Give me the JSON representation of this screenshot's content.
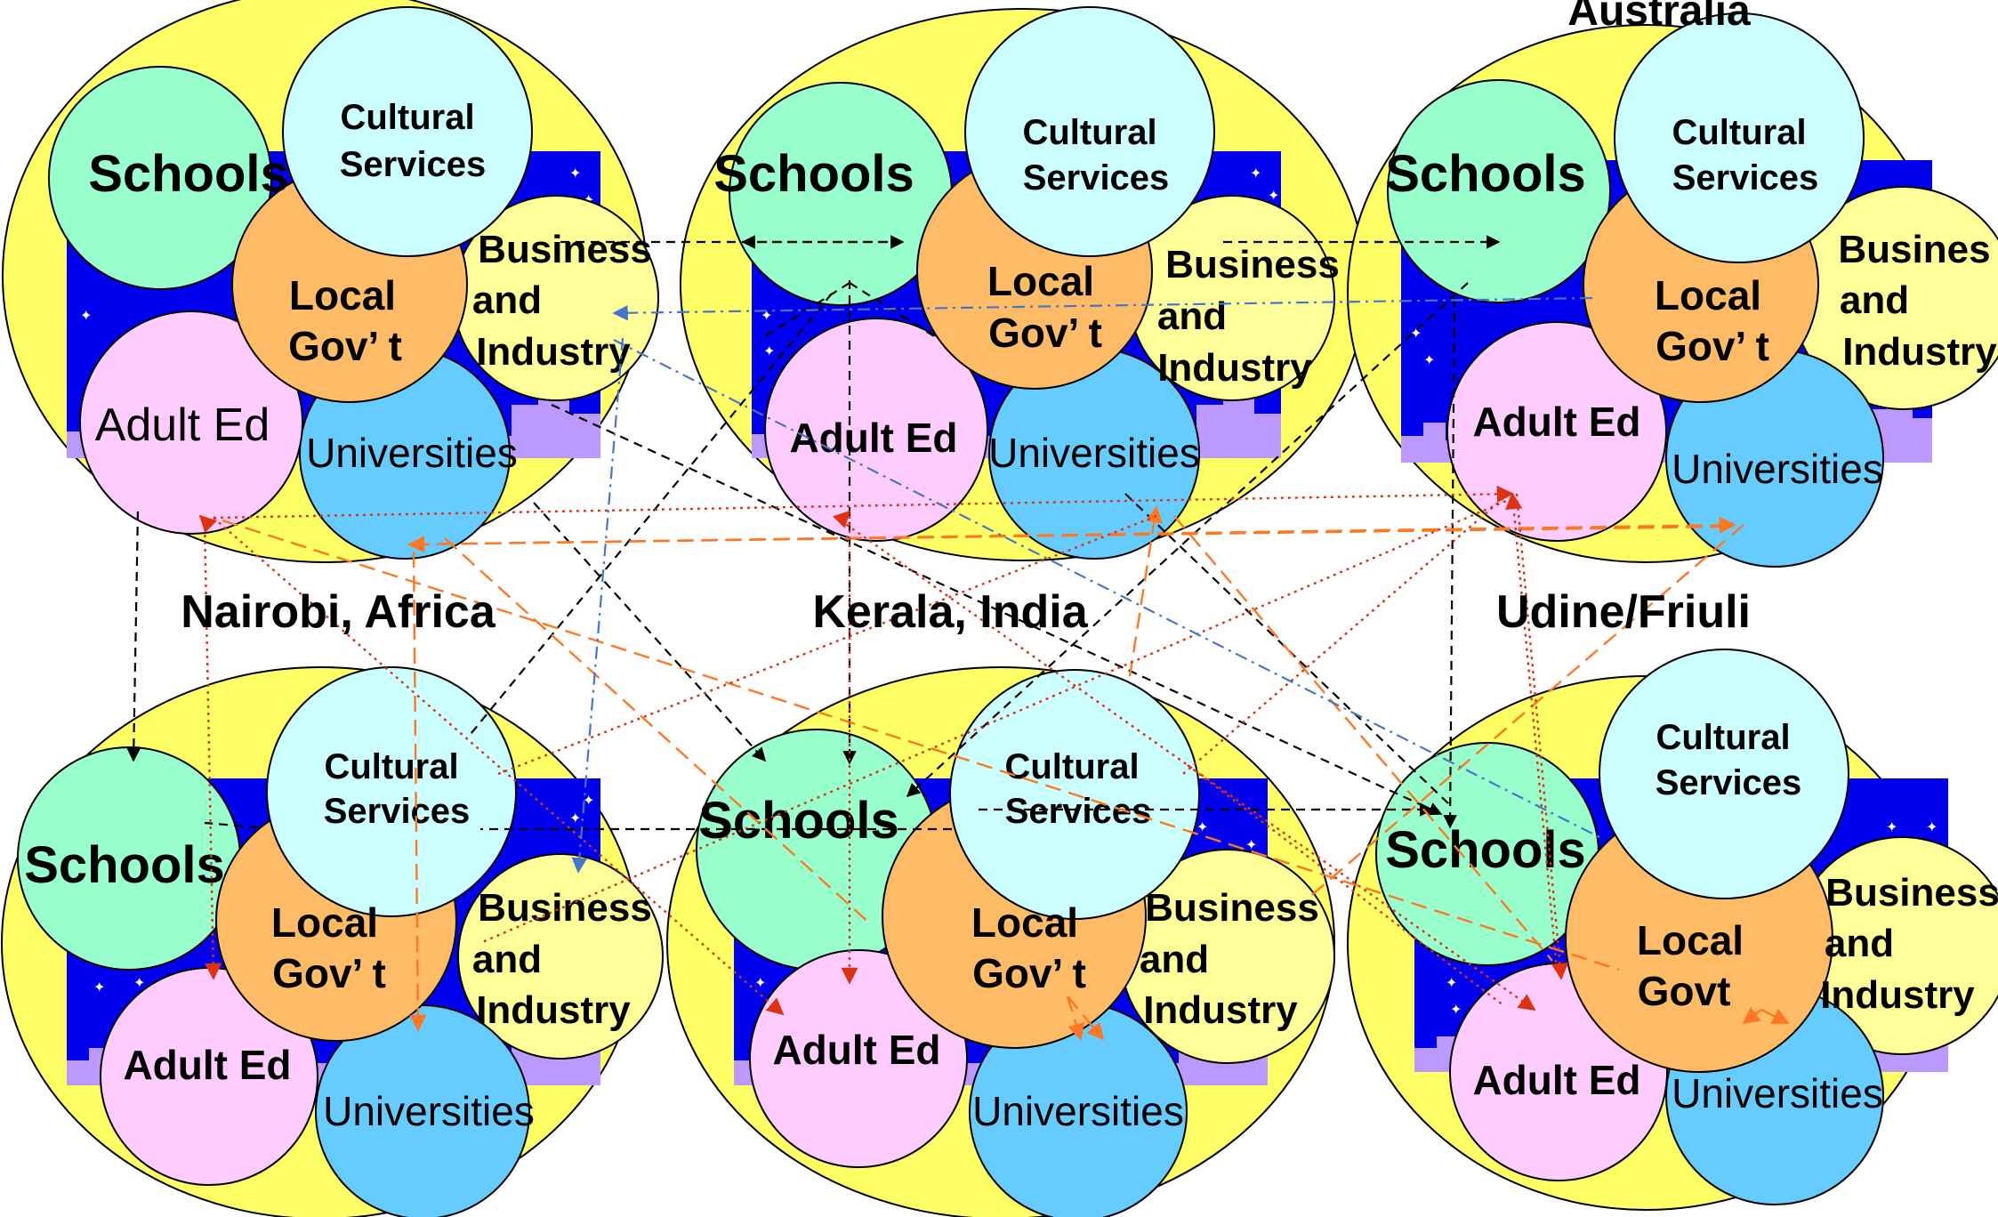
{
  "labels": {
    "schools": "Schools",
    "cultural_1": "Cultural",
    "cultural_2": "Services",
    "localgov_1": "Local",
    "localgov_2": "Gov’ t",
    "localgov_2_alt": "Govt",
    "business_1": "Business",
    "business_1_alt": "Busines",
    "business_2": "and",
    "business_3": "Industry",
    "adult_ed": "Adult Ed",
    "universities": "Universities"
  },
  "locations": {
    "australia": "Australia",
    "nairobi": "Nairobi, Africa",
    "kerala": "Kerala, India",
    "udine": "Udine/Friuli"
  },
  "colors": {
    "outer": "#ffff66",
    "schools": "#99ffcc",
    "cultural": "#ccffff",
    "localgov": "#ffbb66",
    "business": "#ffff99",
    "adult_ed": "#ffccff",
    "universities": "#66ccff",
    "night_sky": "#0000ee",
    "skyline": "#bb99ff",
    "link_black": "#000000",
    "link_orange": "#ff7722",
    "link_red": "#dd3311",
    "link_blue": "#4477cc"
  }
}
